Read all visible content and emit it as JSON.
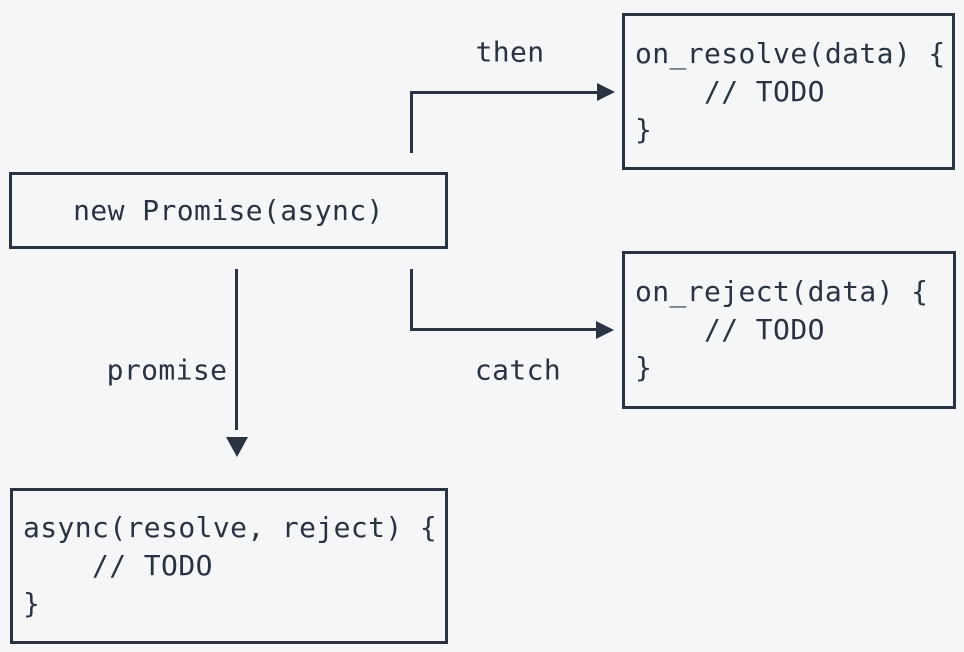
{
  "canvas": {
    "background_color": "#f5f6f8",
    "stroke_color": "#2a3342"
  },
  "nodes": {
    "promise_ctor": {
      "label": "new Promise(async)"
    },
    "on_resolve": {
      "code": "on_resolve(data) {\n    // TODO\n}"
    },
    "on_reject": {
      "code": "on_reject(data) {\n    // TODO\n}"
    },
    "async_executor": {
      "code": "async(resolve, reject) {\n    // TODO\n}"
    }
  },
  "edges": {
    "then": {
      "label": "then",
      "from": "promise_ctor",
      "to": "on_resolve"
    },
    "catch": {
      "label": "catch",
      "from": "promise_ctor",
      "to": "on_reject"
    },
    "promise": {
      "label": "promise",
      "from": "promise_ctor",
      "to": "async_executor"
    }
  }
}
